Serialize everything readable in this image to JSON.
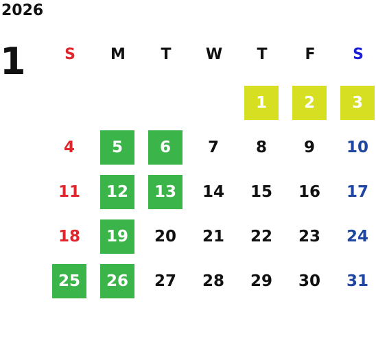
{
  "header": {
    "year": "2026",
    "month": "1"
  },
  "weekdays": [
    {
      "label": "S",
      "color": "#e0262d"
    },
    {
      "label": "M",
      "color": "#111111"
    },
    {
      "label": "T",
      "color": "#111111"
    },
    {
      "label": "W",
      "color": "#111111"
    },
    {
      "label": "T",
      "color": "#111111"
    },
    {
      "label": "F",
      "color": "#111111"
    },
    {
      "label": "S",
      "color": "#1d1fd6"
    }
  ],
  "colors": {
    "sunday": "#e0262d",
    "saturday": "#1f46a0",
    "weekday": "#111111",
    "highlight_green": "#3bb54a",
    "highlight_yellow": "#d6df22"
  },
  "weeks": [
    [
      null,
      null,
      null,
      null,
      {
        "day": "1",
        "highlight": "yellow"
      },
      {
        "day": "2",
        "highlight": "yellow"
      },
      {
        "day": "3",
        "highlight": "yellow"
      }
    ],
    [
      {
        "day": "4"
      },
      {
        "day": "5",
        "highlight": "green"
      },
      {
        "day": "6",
        "highlight": "green"
      },
      {
        "day": "7"
      },
      {
        "day": "8"
      },
      {
        "day": "9"
      },
      {
        "day": "10"
      }
    ],
    [
      {
        "day": "11"
      },
      {
        "day": "12",
        "highlight": "green"
      },
      {
        "day": "13",
        "highlight": "green"
      },
      {
        "day": "14"
      },
      {
        "day": "15"
      },
      {
        "day": "16"
      },
      {
        "day": "17"
      }
    ],
    [
      {
        "day": "18"
      },
      {
        "day": "19",
        "highlight": "green"
      },
      {
        "day": "20"
      },
      {
        "day": "21"
      },
      {
        "day": "22"
      },
      {
        "day": "23"
      },
      {
        "day": "24"
      }
    ],
    [
      {
        "day": "25",
        "highlight": "green"
      },
      {
        "day": "26",
        "highlight": "green"
      },
      {
        "day": "27"
      },
      {
        "day": "28"
      },
      {
        "day": "29"
      },
      {
        "day": "30"
      },
      {
        "day": "31"
      }
    ]
  ]
}
